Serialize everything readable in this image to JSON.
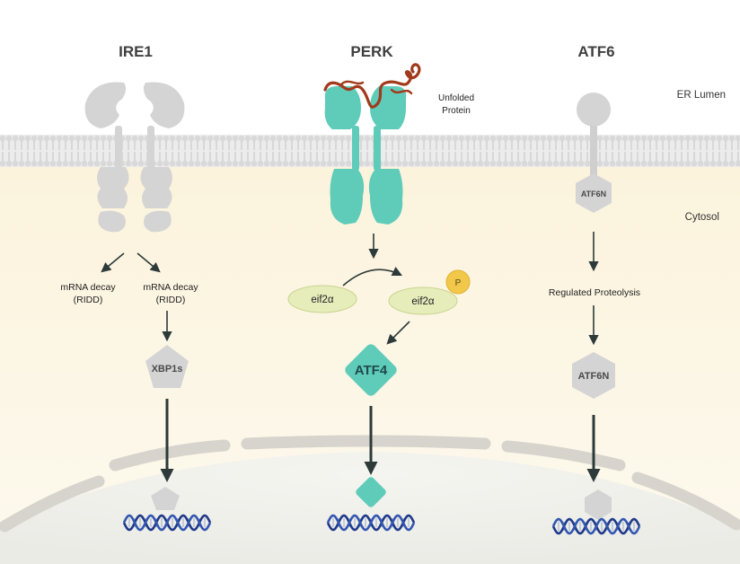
{
  "pathways": {
    "ire1": {
      "title": "IRE1",
      "decay_left": [
        "mRNA decay",
        "(RIDD)"
      ],
      "decay_right": [
        "mRNA decay",
        "(RIDD)"
      ],
      "factor": "XBP1s"
    },
    "perk": {
      "title": "PERK",
      "unfolded_protein": [
        "Unfolded",
        "Protein"
      ],
      "eif_unphosphorylated": "eif2α",
      "eif_phosphorylated": "eif2α",
      "phosphate": "P",
      "factor": "ATF4"
    },
    "atf6": {
      "title": "ATF6",
      "membrane_fragment": "ATF6N",
      "process": "Regulated Proteolysis",
      "factor": "ATF6N"
    }
  },
  "regions": {
    "lumen": "ER Lumen",
    "cytosol": "Cytosol"
  },
  "colors": {
    "ire1_protein": "#d4d4d4",
    "perk_protein": "#5fcbb9",
    "eif2a": "#e6edbb",
    "phosphate": "#f1c84a",
    "atf4": "#5fcbb9",
    "nucleus_membrane": "#d8d6d0",
    "cytosol": "#fbf5e4",
    "arrow": "#2d3a3a",
    "dna_strand": "#1f3a8a",
    "unfolded_protein": "#a13a1c"
  }
}
